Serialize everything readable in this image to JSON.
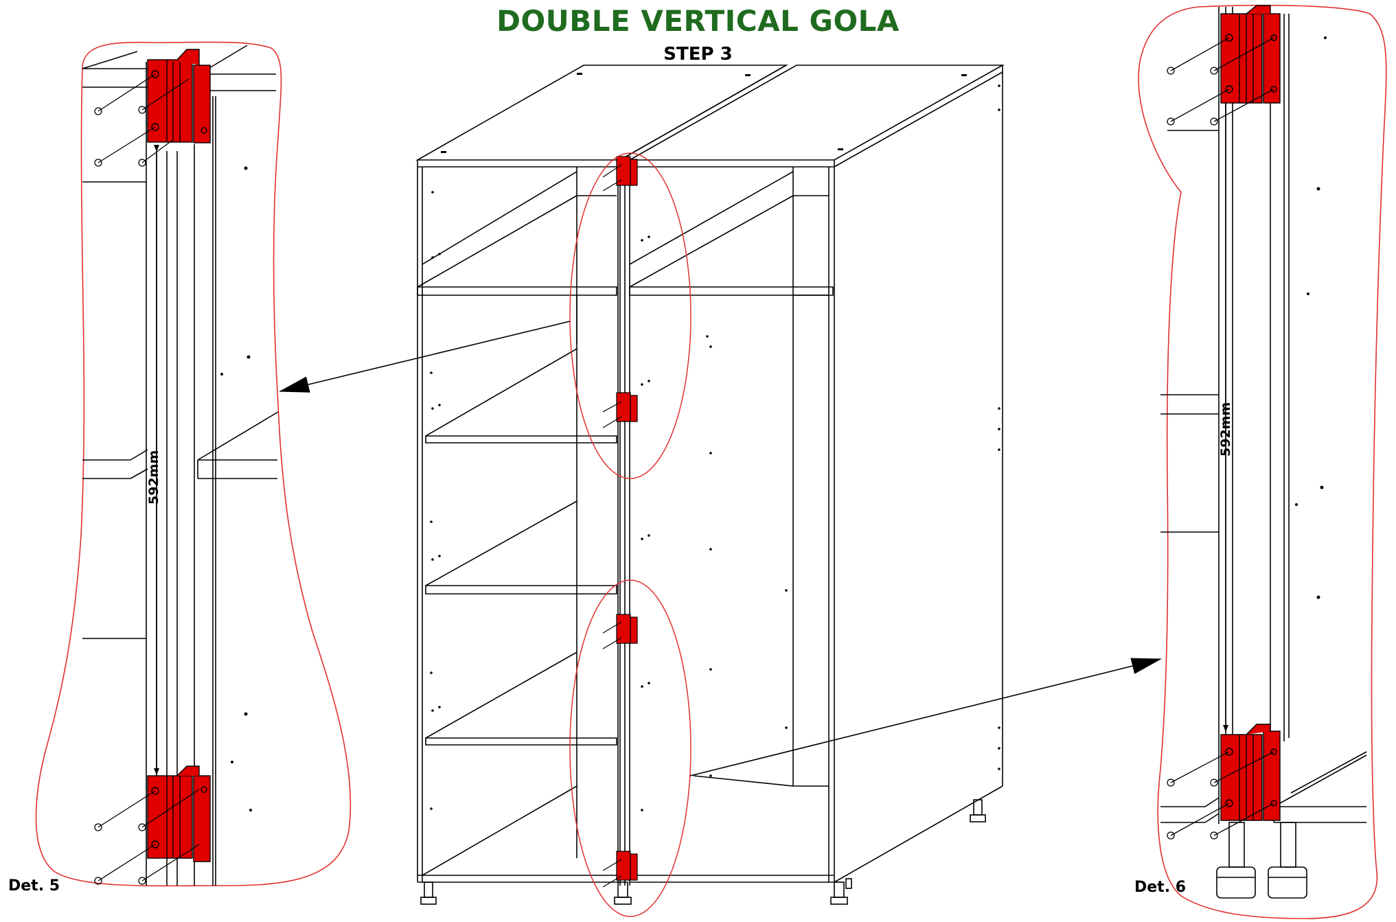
{
  "title": "DOUBLE VERTICAL GOLA",
  "step": "STEP 3",
  "detail_left": {
    "label": "Det. 5",
    "dimension": "592mm"
  },
  "detail_right": {
    "label": "Det. 6",
    "dimension": "592mm"
  },
  "colors": {
    "title": "#1f6b1f",
    "bracket": "#e00000",
    "callout": "#e03030",
    "line": "#000000"
  },
  "icons": [
    "screw-icon",
    "bracket-icon",
    "arrow-icon"
  ]
}
